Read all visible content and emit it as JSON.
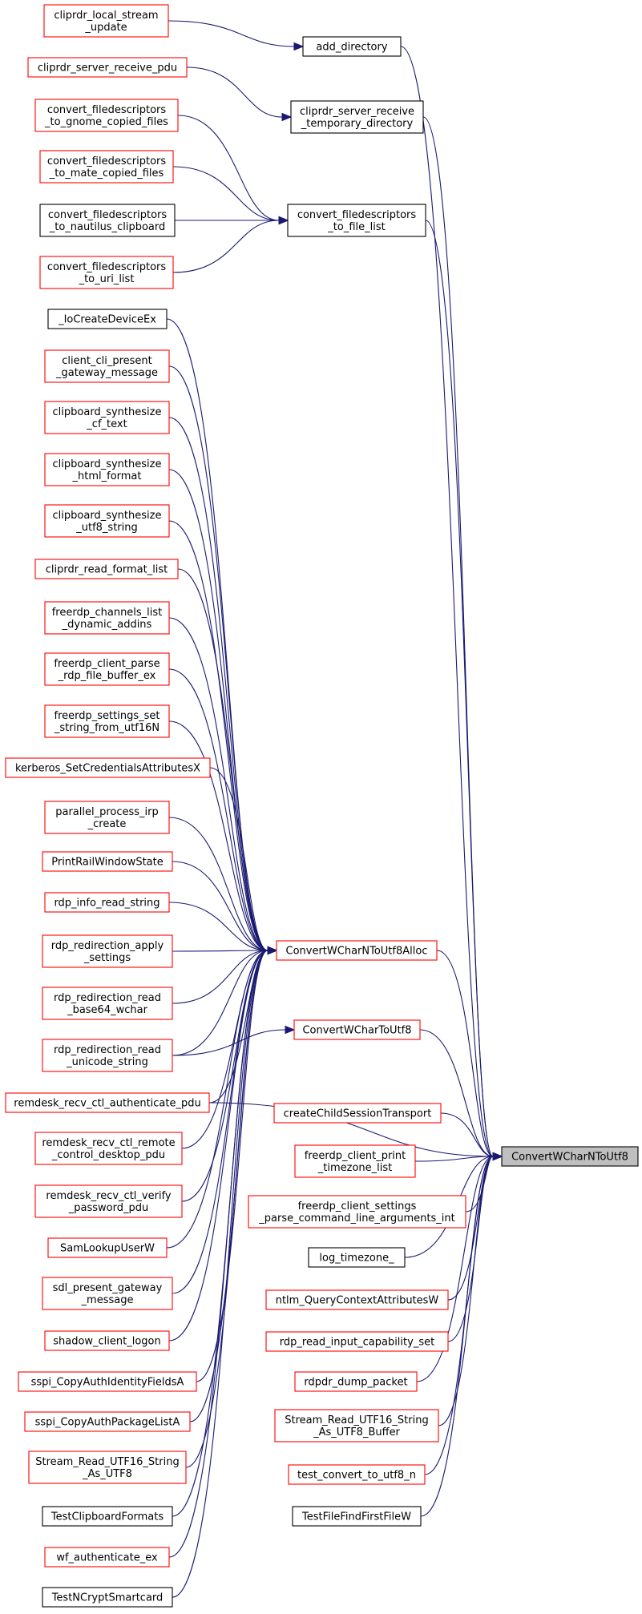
{
  "colors": {
    "edge": "#191970",
    "node_red_border": "#ff0000",
    "node_black_border": "#000000",
    "root_fill": "#bfbfbf",
    "background": "#ffffff"
  },
  "root": {
    "id": "root",
    "lines": [
      "ConvertWCharNToUtf8"
    ]
  },
  "nodes": [
    {
      "id": "cliprdr_local_stream_update",
      "lines": [
        "cliprdr_local_stream",
        "_update"
      ],
      "border": "red"
    },
    {
      "id": "add_directory",
      "lines": [
        "add_directory"
      ],
      "border": "black"
    },
    {
      "id": "cliprdr_server_receive_pdu",
      "lines": [
        "cliprdr_server_receive_pdu"
      ],
      "border": "red"
    },
    {
      "id": "cliprdr_server_receive_temporary_directory",
      "lines": [
        "cliprdr_server_receive",
        "_temporary_directory"
      ],
      "border": "black"
    },
    {
      "id": "convert_filedescriptors_to_gnome_copied_files",
      "lines": [
        "convert_filedescriptors",
        "_to_gnome_copied_files"
      ],
      "border": "red"
    },
    {
      "id": "convert_filedescriptors_to_file_list",
      "lines": [
        "convert_filedescriptors",
        "_to_file_list"
      ],
      "border": "black"
    },
    {
      "id": "convert_filedescriptors_to_mate_copied_files",
      "lines": [
        "convert_filedescriptors",
        "_to_mate_copied_files"
      ],
      "border": "red"
    },
    {
      "id": "convert_filedescriptors_to_nautilus_clipboard",
      "lines": [
        "convert_filedescriptors",
        "_to_nautilus_clipboard"
      ],
      "border": "black"
    },
    {
      "id": "convert_filedescriptors_to_uri_list",
      "lines": [
        "convert_filedescriptors",
        "_to_uri_list"
      ],
      "border": "red"
    },
    {
      "id": "IoCreateDeviceEx",
      "lines": [
        "_IoCreateDeviceEx"
      ],
      "border": "black"
    },
    {
      "id": "client_cli_present_gateway_message",
      "lines": [
        "client_cli_present",
        "_gateway_message"
      ],
      "border": "red"
    },
    {
      "id": "clipboard_synthesize_cf_text",
      "lines": [
        "clipboard_synthesize",
        "_cf_text"
      ],
      "border": "red"
    },
    {
      "id": "clipboard_synthesize_html_format",
      "lines": [
        "clipboard_synthesize",
        "_html_format"
      ],
      "border": "red"
    },
    {
      "id": "clipboard_synthesize_utf8_string",
      "lines": [
        "clipboard_synthesize",
        "_utf8_string"
      ],
      "border": "red"
    },
    {
      "id": "cliprdr_read_format_list",
      "lines": [
        "cliprdr_read_format_list"
      ],
      "border": "red"
    },
    {
      "id": "freerdp_channels_list_dynamic_addins",
      "lines": [
        "freerdp_channels_list",
        "_dynamic_addins"
      ],
      "border": "red"
    },
    {
      "id": "freerdp_client_parse_rdp_file_buffer_ex",
      "lines": [
        "freerdp_client_parse",
        "_rdp_file_buffer_ex"
      ],
      "border": "red"
    },
    {
      "id": "freerdp_settings_set_string_from_utf16N",
      "lines": [
        "freerdp_settings_set",
        "_string_from_utf16N"
      ],
      "border": "red"
    },
    {
      "id": "kerberos_SetCredentialsAttributesX",
      "lines": [
        "kerberos_SetCredentialsAttributesX"
      ],
      "border": "red"
    },
    {
      "id": "parallel_process_irp_create",
      "lines": [
        "parallel_process_irp",
        "_create"
      ],
      "border": "red"
    },
    {
      "id": "PrintRailWindowState",
      "lines": [
        "PrintRailWindowState"
      ],
      "border": "red"
    },
    {
      "id": "rdp_info_read_string",
      "lines": [
        "rdp_info_read_string"
      ],
      "border": "red"
    },
    {
      "id": "rdp_redirection_apply_settings",
      "lines": [
        "rdp_redirection_apply",
        "_settings"
      ],
      "border": "red"
    },
    {
      "id": "ConvertWCharNToUtf8Alloc",
      "lines": [
        "ConvertWCharNToUtf8Alloc"
      ],
      "border": "red"
    },
    {
      "id": "rdp_redirection_read_base64_wchar",
      "lines": [
        "rdp_redirection_read",
        "_base64_wchar"
      ],
      "border": "red"
    },
    {
      "id": "ConvertWCharToUtf8",
      "lines": [
        "ConvertWCharToUtf8"
      ],
      "border": "red"
    },
    {
      "id": "rdp_redirection_read_unicode_string",
      "lines": [
        "rdp_redirection_read",
        "_unicode_string"
      ],
      "border": "red"
    },
    {
      "id": "remdesk_recv_ctl_authenticate_pdu",
      "lines": [
        "remdesk_recv_ctl_authenticate_pdu"
      ],
      "border": "red"
    },
    {
      "id": "createChildSessionTransport",
      "lines": [
        "createChildSessionTransport"
      ],
      "border": "red"
    },
    {
      "id": "remdesk_recv_ctl_remote_control_desktop_pdu",
      "lines": [
        "remdesk_recv_ctl_remote",
        "_control_desktop_pdu"
      ],
      "border": "red"
    },
    {
      "id": "freerdp_client_print_timezone_list",
      "lines": [
        "freerdp_client_print",
        "_timezone_list"
      ],
      "border": "red"
    },
    {
      "id": "remdesk_recv_ctl_verify_password_pdu",
      "lines": [
        "remdesk_recv_ctl_verify",
        "_password_pdu"
      ],
      "border": "red"
    },
    {
      "id": "freerdp_client_settings_parse_command_line_arguments_int",
      "lines": [
        "freerdp_client_settings",
        "_parse_command_line_arguments_int"
      ],
      "border": "red"
    },
    {
      "id": "SamLookupUserW",
      "lines": [
        "SamLookupUserW"
      ],
      "border": "red"
    },
    {
      "id": "log_timezone_",
      "lines": [
        "log_timezone_"
      ],
      "border": "black"
    },
    {
      "id": "sdl_present_gateway_message",
      "lines": [
        "sdl_present_gateway",
        "_message"
      ],
      "border": "red"
    },
    {
      "id": "ntlm_QueryContextAttributesW",
      "lines": [
        "ntlm_QueryContextAttributesW"
      ],
      "border": "red"
    },
    {
      "id": "shadow_client_logon",
      "lines": [
        "shadow_client_logon"
      ],
      "border": "red"
    },
    {
      "id": "rdp_read_input_capability_set",
      "lines": [
        "rdp_read_input_capability_set"
      ],
      "border": "red"
    },
    {
      "id": "sspi_CopyAuthIdentityFieldsA",
      "lines": [
        "sspi_CopyAuthIdentityFieldsA"
      ],
      "border": "red"
    },
    {
      "id": "rdpdr_dump_packet",
      "lines": [
        "rdpdr_dump_packet"
      ],
      "border": "red"
    },
    {
      "id": "sspi_CopyAuthPackageListA",
      "lines": [
        "sspi_CopyAuthPackageListA"
      ],
      "border": "red"
    },
    {
      "id": "Stream_Read_UTF16_String_As_UTF8_Buffer",
      "lines": [
        "Stream_Read_UTF16_String",
        "_As_UTF8_Buffer"
      ],
      "border": "red"
    },
    {
      "id": "Stream_Read_UTF16_String_As_UTF8",
      "lines": [
        "Stream_Read_UTF16_String",
        "_As_UTF8"
      ],
      "border": "red"
    },
    {
      "id": "test_convert_to_utf8_n",
      "lines": [
        "test_convert_to_utf8_n"
      ],
      "border": "red"
    },
    {
      "id": "TestClipboardFormats",
      "lines": [
        "TestClipboardFormats"
      ],
      "border": "black"
    },
    {
      "id": "TestFileFindFirstFileW",
      "lines": [
        "TestFileFindFirstFileW"
      ],
      "border": "black"
    },
    {
      "id": "wf_authenticate_ex",
      "lines": [
        "wf_authenticate_ex"
      ],
      "border": "red"
    },
    {
      "id": "TestNCryptSmartcard",
      "lines": [
        "TestNCryptSmartcard"
      ],
      "border": "black"
    }
  ],
  "edges": [
    [
      "cliprdr_local_stream_update",
      "add_directory"
    ],
    [
      "add_directory",
      "root"
    ],
    [
      "cliprdr_server_receive_pdu",
      "cliprdr_server_receive_temporary_directory"
    ],
    [
      "cliprdr_server_receive_temporary_directory",
      "root"
    ],
    [
      "convert_filedescriptors_to_gnome_copied_files",
      "convert_filedescriptors_to_file_list"
    ],
    [
      "convert_filedescriptors_to_mate_copied_files",
      "convert_filedescriptors_to_file_list"
    ],
    [
      "convert_filedescriptors_to_nautilus_clipboard",
      "convert_filedescriptors_to_file_list"
    ],
    [
      "convert_filedescriptors_to_uri_list",
      "convert_filedescriptors_to_file_list"
    ],
    [
      "convert_filedescriptors_to_file_list",
      "root"
    ],
    [
      "IoCreateDeviceEx",
      "ConvertWCharNToUtf8Alloc"
    ],
    [
      "client_cli_present_gateway_message",
      "ConvertWCharNToUtf8Alloc"
    ],
    [
      "clipboard_synthesize_cf_text",
      "ConvertWCharNToUtf8Alloc"
    ],
    [
      "clipboard_synthesize_html_format",
      "ConvertWCharNToUtf8Alloc"
    ],
    [
      "clipboard_synthesize_utf8_string",
      "ConvertWCharNToUtf8Alloc"
    ],
    [
      "cliprdr_read_format_list",
      "ConvertWCharNToUtf8Alloc"
    ],
    [
      "freerdp_channels_list_dynamic_addins",
      "ConvertWCharNToUtf8Alloc"
    ],
    [
      "freerdp_client_parse_rdp_file_buffer_ex",
      "ConvertWCharNToUtf8Alloc"
    ],
    [
      "freerdp_settings_set_string_from_utf16N",
      "ConvertWCharNToUtf8Alloc"
    ],
    [
      "kerberos_SetCredentialsAttributesX",
      "ConvertWCharNToUtf8Alloc"
    ],
    [
      "parallel_process_irp_create",
      "ConvertWCharNToUtf8Alloc"
    ],
    [
      "PrintRailWindowState",
      "ConvertWCharNToUtf8Alloc"
    ],
    [
      "rdp_info_read_string",
      "ConvertWCharNToUtf8Alloc"
    ],
    [
      "rdp_redirection_apply_settings",
      "ConvertWCharNToUtf8Alloc"
    ],
    [
      "rdp_redirection_read_base64_wchar",
      "ConvertWCharNToUtf8Alloc"
    ],
    [
      "rdp_redirection_read_unicode_string",
      "ConvertWCharNToUtf8Alloc"
    ],
    [
      "remdesk_recv_ctl_authenticate_pdu",
      "ConvertWCharNToUtf8Alloc"
    ],
    [
      "remdesk_recv_ctl_remote_control_desktop_pdu",
      "ConvertWCharNToUtf8Alloc"
    ],
    [
      "remdesk_recv_ctl_verify_password_pdu",
      "ConvertWCharNToUtf8Alloc"
    ],
    [
      "SamLookupUserW",
      "ConvertWCharNToUtf8Alloc"
    ],
    [
      "sdl_present_gateway_message",
      "ConvertWCharNToUtf8Alloc"
    ],
    [
      "shadow_client_logon",
      "ConvertWCharNToUtf8Alloc"
    ],
    [
      "sspi_CopyAuthIdentityFieldsA",
      "ConvertWCharNToUtf8Alloc"
    ],
    [
      "sspi_CopyAuthPackageListA",
      "ConvertWCharNToUtf8Alloc"
    ],
    [
      "Stream_Read_UTF16_String_As_UTF8",
      "ConvertWCharNToUtf8Alloc"
    ],
    [
      "TestClipboardFormats",
      "ConvertWCharNToUtf8Alloc"
    ],
    [
      "wf_authenticate_ex",
      "ConvertWCharNToUtf8Alloc"
    ],
    [
      "TestNCryptSmartcard",
      "ConvertWCharNToUtf8Alloc"
    ],
    [
      "ConvertWCharNToUtf8Alloc",
      "root"
    ],
    [
      "ConvertWCharToUtf8",
      "root"
    ],
    [
      "rdp_redirection_read_unicode_string",
      "ConvertWCharToUtf8"
    ],
    [
      "remdesk_recv_ctl_authenticate_pdu",
      "root"
    ],
    [
      "createChildSessionTransport",
      "root"
    ],
    [
      "freerdp_client_print_timezone_list",
      "root"
    ],
    [
      "freerdp_client_settings_parse_command_line_arguments_int",
      "root"
    ],
    [
      "log_timezone_",
      "root"
    ],
    [
      "ntlm_QueryContextAttributesW",
      "root"
    ],
    [
      "rdp_read_input_capability_set",
      "root"
    ],
    [
      "rdpdr_dump_packet",
      "root"
    ],
    [
      "Stream_Read_UTF16_String_As_UTF8_Buffer",
      "root"
    ],
    [
      "test_convert_to_utf8_n",
      "root"
    ],
    [
      "TestFileFindFirstFileW",
      "root"
    ]
  ]
}
